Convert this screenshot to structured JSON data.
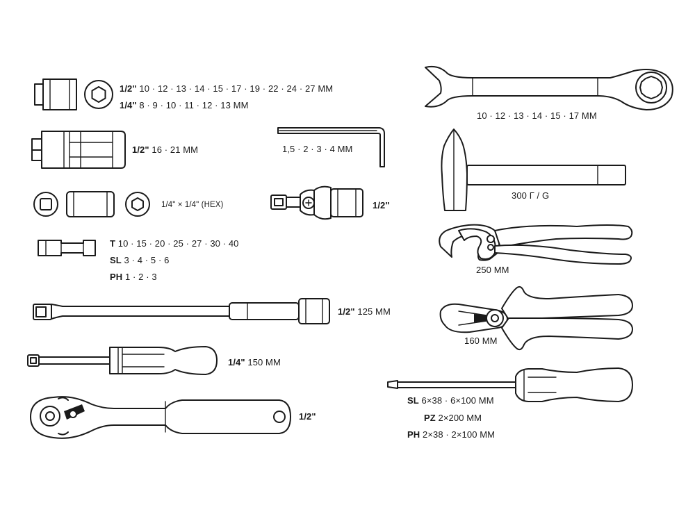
{
  "labels": {
    "sockets_half_prefix": "1/2\"",
    "sockets_half_sizes": "10 · 12 · 13 · 14 · 15 · 17 · 19 · 22 · 24 · 27 MM",
    "sockets_quarter_prefix": "1/4\"",
    "sockets_quarter_sizes": "8 · 9 · 10 · 11 · 12 · 13 MM",
    "deep_sockets_prefix": "1/2\"",
    "deep_sockets_sizes": "16 · 21 MM",
    "adapter_text": "1/4\" × 1/4\" (HEX)",
    "bits_t_prefix": "T",
    "bits_t_sizes": "10 · 15 · 20 · 25 · 27 · 30 · 40",
    "bits_sl_prefix": "SL",
    "bits_sl_sizes": "3 · 4 · 5 · 6",
    "bits_ph_prefix": "PH",
    "bits_ph_sizes": "1 · 2 · 3",
    "extension_prefix": "1/2\"",
    "extension_length": "125 MM",
    "spinner_prefix": "1/4\"",
    "spinner_length": "150 MM",
    "ratchet_label": "1/2\"",
    "hex_keys_sizes": "1,5 · 2 · 3 · 4 MM",
    "ujoint_label": "1/2\"",
    "wrench_sizes": "10 · 12 · 13 · 14 · 15 · 17 MM",
    "hammer_weight": "300 Г / G",
    "pliers_pump_length": "250 MM",
    "pliers_combo_length": "160 MM",
    "screwdriver_sl_prefix": "SL",
    "screwdriver_sl_sizes": "6×38 · 6×100 MM",
    "screwdriver_pz_prefix": "PZ",
    "screwdriver_pz_sizes": "2×200 MM",
    "screwdriver_ph_prefix": "PH",
    "screwdriver_ph_sizes": "2×38 · 2×100 MM"
  }
}
